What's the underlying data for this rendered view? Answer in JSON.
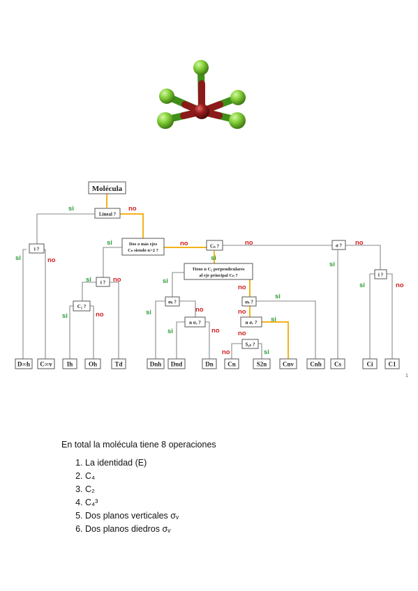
{
  "diagram": {
    "root": "Molécula",
    "nodes": {
      "lineal": "Lineal ?",
      "i_lineal": "i ?",
      "dos_mas_line1": "Dos o más ejes",
      "dos_mas_line2": "Cₙ siendo n>2 ?",
      "cn": "Cₙ ?",
      "sigma": "σ ?",
      "i_cubic": "i ?",
      "c5": "C₅ ?",
      "tiene_line1": "Tiene n C₂ perpendiculares",
      "tiene_line2": "al eje principal Cₙ ?",
      "sigma_h_left": "σₕ ?",
      "n_sigma_d": "n σₓ ?",
      "sigma_h_right": "σₕ ?",
      "n_sigma_v": "n σᵥ ?",
      "s2n": "S₂ₙ ?",
      "i_low": "i ?"
    },
    "leaves": [
      "D∞h",
      "C∞v",
      "Ih",
      "Oh",
      "Td",
      "Dnh",
      "Dnd",
      "Dn",
      "Cn",
      "S2n",
      "Cnv",
      "Cnh",
      "Cs",
      "Ci",
      "C1"
    ],
    "branch_yes": "si",
    "branch_no": "no"
  },
  "page_number": "1",
  "operations": {
    "intro": "En total la molécula tiene 8 operaciones",
    "items": [
      "La identidad (E)",
      "C₄",
      "C₂",
      "C₄³",
      "Dos planos verticales σᵥ",
      "Dos planos diedros σᵥ"
    ]
  },
  "colors": {
    "selected_path": "#f2b21b",
    "yes_label": "#2e9e3a",
    "no_label": "#d01f1f",
    "atom_central": "#9b1e1e",
    "atom_ligand": "#86d23a"
  }
}
